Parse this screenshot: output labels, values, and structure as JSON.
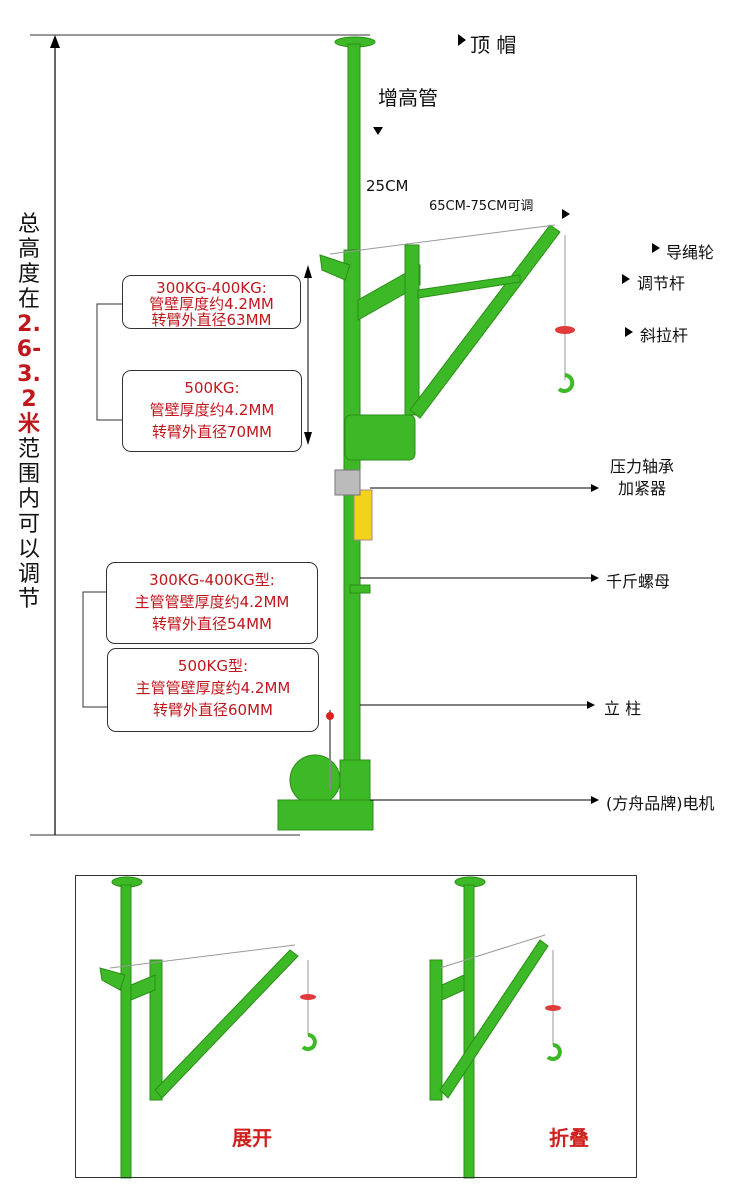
{
  "height_note": {
    "prefix": "总高度在",
    "range": "2.6-3.2米",
    "suffix": "范围内可以调节"
  },
  "upper_specs": [
    {
      "title": "300KG-400KG:",
      "wall": "管壁厚度约4.2MM",
      "arm": "转臂外直径63MM"
    },
    {
      "title": "500KG:",
      "wall": "管壁厚度约4.2MM",
      "arm": "转臂外直径70MM"
    }
  ],
  "lower_specs": [
    {
      "title": "300KG-400KG型:",
      "wall": "主管管壁厚度约4.2MM",
      "arm": "转臂外直径54MM"
    },
    {
      "title": "500KG型:",
      "wall": "主管管壁厚度约4.2MM",
      "arm": "转臂外直径60MM"
    }
  ],
  "labels": {
    "top_cap": "顶 帽",
    "extension_pipe": "增高管",
    "extension_length": "25CM",
    "arm_length": "65CM-75CM可调",
    "rope_pulley": "导绳轮",
    "adjust_rod": "调节杆",
    "diagonal_rod": "斜拉杆",
    "bearing_line1": "压力轴承",
    "bearing_line2": "加紧器",
    "jack_nut": "千斤螺母",
    "column": "立 柱",
    "motor": "(方舟品牌)电机"
  },
  "modes": {
    "unfolded": "展开",
    "folded": "折叠"
  },
  "colors": {
    "crane_green": "#3db826",
    "accent_red": "#c0171d"
  }
}
